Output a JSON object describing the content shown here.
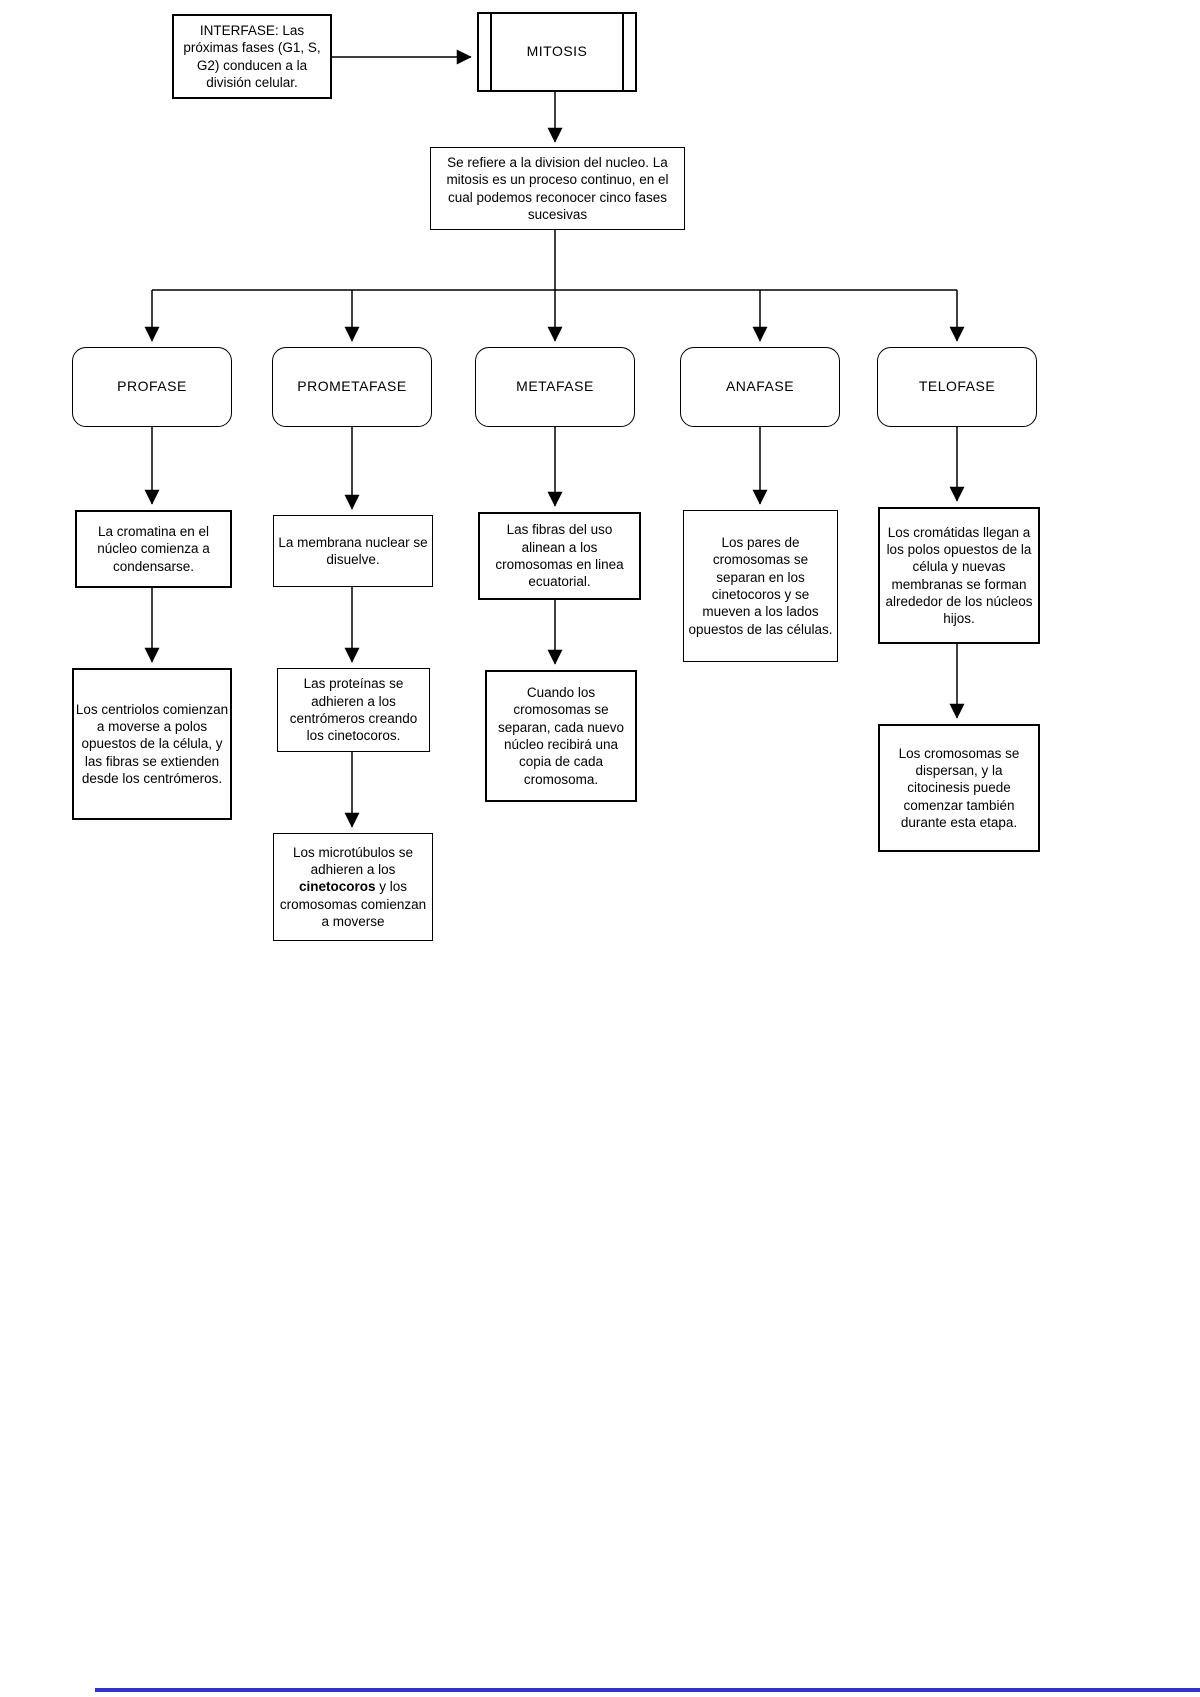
{
  "flowchart": {
    "interfase": {
      "text": "INTERFASE: Las próximas fases (G1, S, G2) conducen a la división celular."
    },
    "mitosis": {
      "label": "MITOSIS"
    },
    "definition": {
      "text": "Se refiere a la division del nucleo. La mitosis es un proceso continuo, en el cual podemos reconocer cinco fases sucesivas"
    },
    "phases": {
      "profase": {
        "label": "PROFASE",
        "step1": "La cromatina en el núcleo comienza a condensarse.",
        "step2": "Los centriolos comienzan a moverse a polos opuestos de la célula, y las fibras se extienden desde los centrómeros."
      },
      "prometafase": {
        "label": "PROMETAFASE",
        "step1": "La membrana nuclear se disuelve.",
        "step2": "Las proteínas se adhieren a los centrómeros creando los cinetocoros.",
        "step3_pre": "Los microtúbulos se adhieren a los ",
        "step3_bold": "cinetocoros",
        "step3_post": " y los cromosomas comienzan a moverse"
      },
      "metafase": {
        "label": "METAFASE",
        "step1": "Las fibras del uso alinean a los cromosomas en linea ecuatorial.",
        "step2": "Cuando los cromosomas se separan, cada nuevo núcleo recibirá una copia de cada cromosoma."
      },
      "anafase": {
        "label": "ANAFASE",
        "step1": "Los pares de cromosomas se separan en los cinetocoros y se mueven a los lados opuestos de las células."
      },
      "telofase": {
        "label": "TELOFASE",
        "step1": "Los cromátidas llegan a los polos opuestos de la célula y nuevas membranas se forman alrededor de los núcleos hijos.",
        "step2": "Los cromosomas se dispersan, y la citocinesis puede comenzar también durante esta etapa."
      }
    }
  },
  "colors": {
    "line": "#000000",
    "box_border": "#000000",
    "background": "#ffffff",
    "bottom_rule": "#3333cc"
  }
}
